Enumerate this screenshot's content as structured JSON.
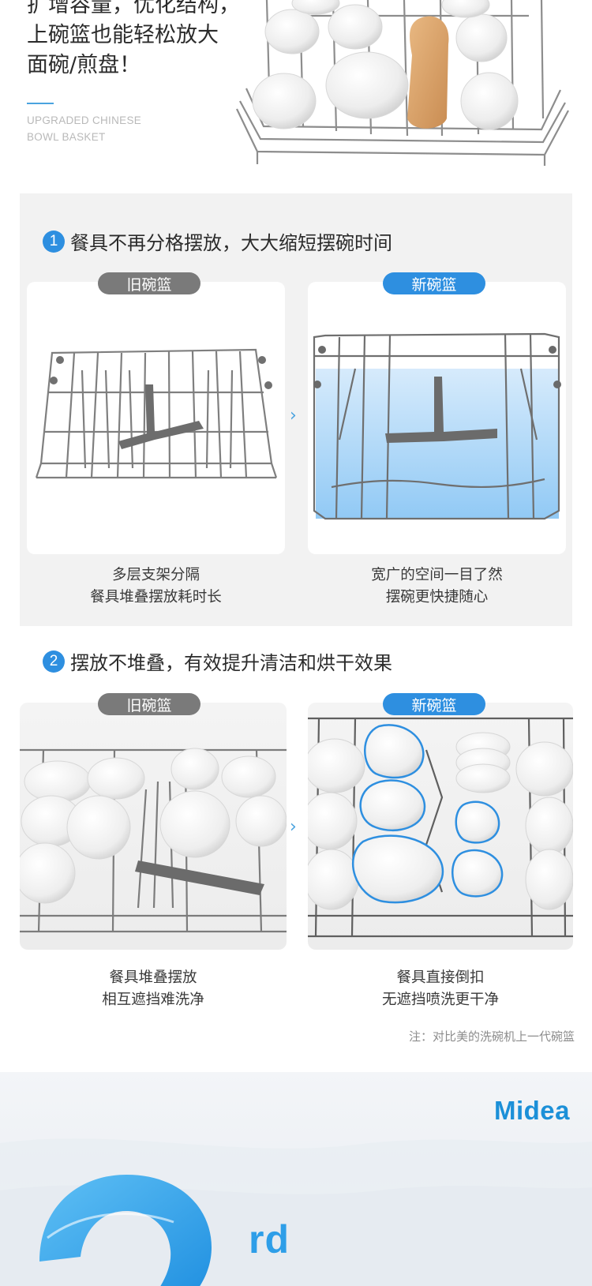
{
  "top": {
    "headline_lines": [
      "扩增容量，优化结构，",
      "上碗篮也能轻松放大",
      "面碗/煎盘！"
    ],
    "subtitle_en_lines": [
      "UPGRADED CHINESE",
      "BOWL BASKET"
    ],
    "accent_color": "#4aa3df"
  },
  "section1": {
    "number": "1",
    "title": "餐具不再分格摆放，大大缩短摆碗时间",
    "old_tag": "旧碗篮",
    "new_tag": "新碗篮",
    "arrow": "›",
    "old_caption": [
      "多层支架分隔",
      "餐具堆叠摆放耗时长"
    ],
    "new_caption": [
      "宽广的空间一目了然",
      "摆碗更快捷随心"
    ]
  },
  "section2": {
    "number": "2",
    "title": "摆放不堆叠，有效提升清洁和烘干效果",
    "old_tag": "旧碗篮",
    "new_tag": "新碗篮",
    "arrow": "›",
    "old_caption": [
      "餐具堆叠摆放",
      "相互遮挡难洗净"
    ],
    "new_caption": [
      "餐具直接倒扣",
      "无遮挡喷洗更干净"
    ]
  },
  "note": "注：对比美的洗碗机上一代碗篮",
  "bottom": {
    "brand": "Midea",
    "partial_text": "rd"
  },
  "colors": {
    "brand_blue": "#2e8fe0",
    "old_tag_gray": "#7a7a7a",
    "panel_bg": "#f2f2f2",
    "icon_blue": "#1c90d8"
  }
}
